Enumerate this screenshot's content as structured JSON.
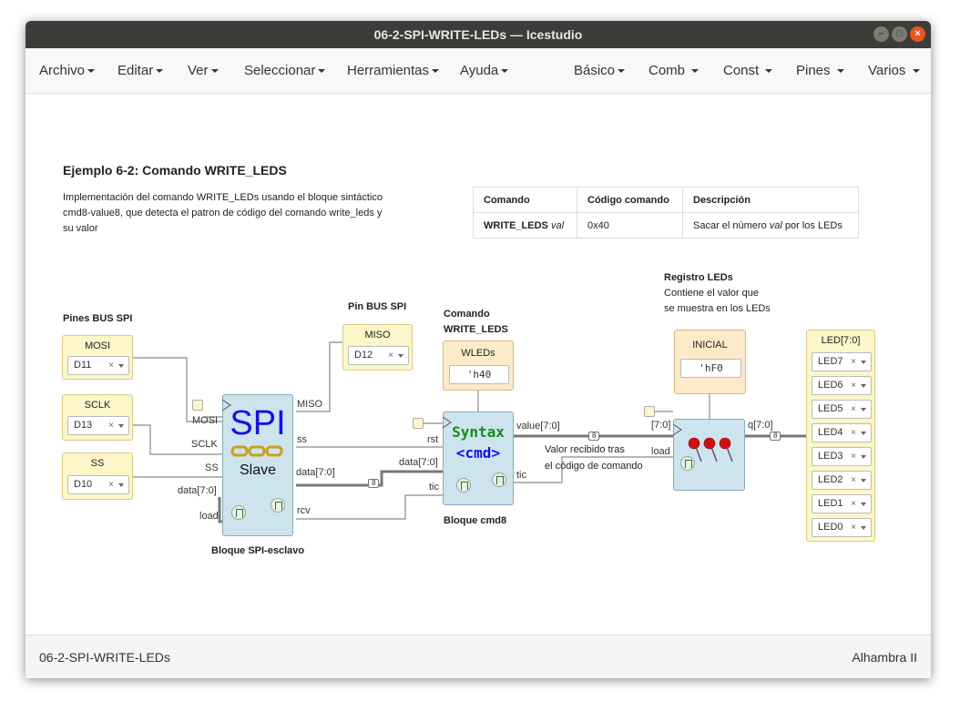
{
  "window": {
    "title": "06-2-SPI-WRITE-LEDs — Icestudio"
  },
  "menu": {
    "archivo": "Archivo",
    "editar": "Editar",
    "ver": "Ver",
    "seleccionar": "Seleccionar",
    "herramientas": "Herramientas",
    "ayuda": "Ayuda",
    "basico": "Básico",
    "comb": "Comb",
    "const": "Const",
    "pines": "Pines",
    "varios": "Varios"
  },
  "doc": {
    "heading": "Ejemplo 6-2: Comando WRITE_LEDS",
    "desc_lines": [
      "Implementación del comando WRITE_LEDs usando el bloque sintáctico",
      "cmd8-value8, que detecta el patron de código del comando write_leds y",
      "su valor"
    ],
    "table": {
      "headers": [
        "Comando",
        "Código comando",
        "Descripción"
      ],
      "row": {
        "cmd": "WRITE_LEDS",
        "cmd_italic": "val",
        "code": "0x40",
        "desc_pre": "Sacar el número ",
        "desc_italic": "val",
        "desc_post": " por los LEDs"
      }
    }
  },
  "labels": {
    "pines_bus_spi": "Pines BUS SPI",
    "pin_bus_spi": "Pin BUS SPI",
    "comando_l1": "Comando",
    "comando_l2": "WRITE_LEDS",
    "registro_l1": "Registro LEDs",
    "registro_l2": "Contiene el valor que",
    "registro_l3": "se muestra en los LEDs",
    "valor_l1": "Valor recibido tras",
    "valor_l2": "el código de comando",
    "bloque_spi": "Bloque SPI-esclavo",
    "bloque_cmd8": "Bloque cmd8"
  },
  "inputs": {
    "mosi": {
      "title": "MOSI",
      "pin": "D11"
    },
    "sclk": {
      "title": "SCLK",
      "pin": "D13"
    },
    "ss": {
      "title": "SS",
      "pin": "D10"
    },
    "miso": {
      "title": "MISO",
      "pin": "D12"
    }
  },
  "constants": {
    "wleds": {
      "title": "WLEDs",
      "value": "'h40"
    },
    "inicial": {
      "title": "INICIAL",
      "value": "'hF0"
    }
  },
  "spi": {
    "title": "SPI",
    "subtitle": "Slave",
    "ports": {
      "mosi": "MOSI",
      "sclk": "SCLK",
      "ss_in": "SS",
      "data_in": "data[7:0]",
      "load": "load",
      "miso": "MISO",
      "ss_out": "ss",
      "data_out": "data[7:0]",
      "rcv": "rcv"
    }
  },
  "cmd": {
    "title": "Syntax",
    "subtitle": "<cmd>",
    "ports": {
      "rst": "rst",
      "data": "data[7:0]",
      "tic_in": "tic",
      "value": "value[7:0]",
      "tic_out": "tic"
    }
  },
  "reg": {
    "ports": {
      "d": "[7:0]",
      "load": "load",
      "q": "q[7:0]"
    }
  },
  "leds": {
    "title": "LED[7:0]",
    "items": [
      "LED7",
      "LED6",
      "LED5",
      "LED4",
      "LED3",
      "LED2",
      "LED1",
      "LED0"
    ]
  },
  "bus_width": "8",
  "x_mark": "×",
  "footer": {
    "left": "06-2-SPI-WRITE-LEDs",
    "right": "Alhambra II"
  },
  "colors": {
    "spi_blue": "#1212e6",
    "syntax_green": "#1a8a1a",
    "pin_red": "#d01010"
  }
}
